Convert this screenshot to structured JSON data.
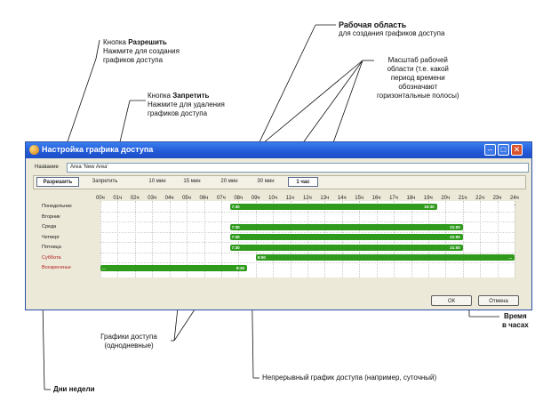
{
  "annotations": {
    "work_area": {
      "title": "Рабочая область",
      "subtitle": "для создания графиков доступа"
    },
    "allow": {
      "prefix": "Кнопка ",
      "bold": "Разрешить",
      "line2": "Нажмите для создания",
      "line3": "графиков доступа"
    },
    "deny": {
      "prefix": "Кнопка ",
      "bold": "Запретить",
      "line2": "Нажмите для удаления",
      "line3": "графиков доступа"
    },
    "scale": {
      "line1": "Масштаб рабочей",
      "line2": "области (т.е. какой",
      "line3": "период времени",
      "line4": "обозначают",
      "line5": "горизонтальные полосы)"
    },
    "schedules": {
      "line1": "Графики доступа",
      "line2": "(однодневные)"
    },
    "continuous": "Непрерывный график доступа (например, суточный)",
    "time": {
      "line1": "Время",
      "line2": "в часах"
    },
    "days": "Дни недели"
  },
  "window": {
    "title": "Настройка графика доступа",
    "name_label": "Название",
    "name_value": "Area 'New Area'",
    "toolbar": {
      "allow": "Разрешить",
      "deny": "Запретить",
      "scales": [
        "10 мин",
        "15 мин",
        "20 мин",
        "30 мин",
        "1 час"
      ],
      "selected_scale": "1 час"
    },
    "hours": [
      "00ч",
      "01ч",
      "02ч",
      "03ч",
      "04ч",
      "05ч",
      "06ч",
      "07ч",
      "08ч",
      "09ч",
      "10ч",
      "11ч",
      "12ч",
      "13ч",
      "14ч",
      "15ч",
      "16ч",
      "17ч",
      "18ч",
      "19ч",
      "20ч",
      "21ч",
      "22ч",
      "23ч",
      "24ч"
    ],
    "days": [
      "Понедельник",
      "Вторник",
      "Среда",
      "Четверг",
      "Пятница",
      "Суббота",
      "Воскресенье"
    ],
    "ok": "ОК",
    "cancel": "Отмена"
  },
  "colors": {
    "bar": "#2f9a1c",
    "weekend": "#b01818",
    "titlebar": "#2258d6"
  },
  "schedule_bars": [
    {
      "day": 0,
      "start": 7.5,
      "end": 19.5,
      "start_label": "7:30",
      "end_label": "19:30"
    },
    {
      "day": 2,
      "start": 7.5,
      "end": 21,
      "start_label": "7:30",
      "end_label": "21:00"
    },
    {
      "day": 3,
      "start": 7.5,
      "end": 21,
      "start_label": "7:30",
      "end_label": "21:00"
    },
    {
      "day": 4,
      "start": 7.5,
      "end": 21,
      "start_label": "7:30",
      "end_label": "21:00"
    },
    {
      "day": 5,
      "start": 9,
      "end": 24,
      "start_label": "9:00",
      "end_label": "..."
    },
    {
      "day": 6,
      "start": 0,
      "end": 8.5,
      "start_label": "...",
      "end_label": "8:30"
    }
  ]
}
